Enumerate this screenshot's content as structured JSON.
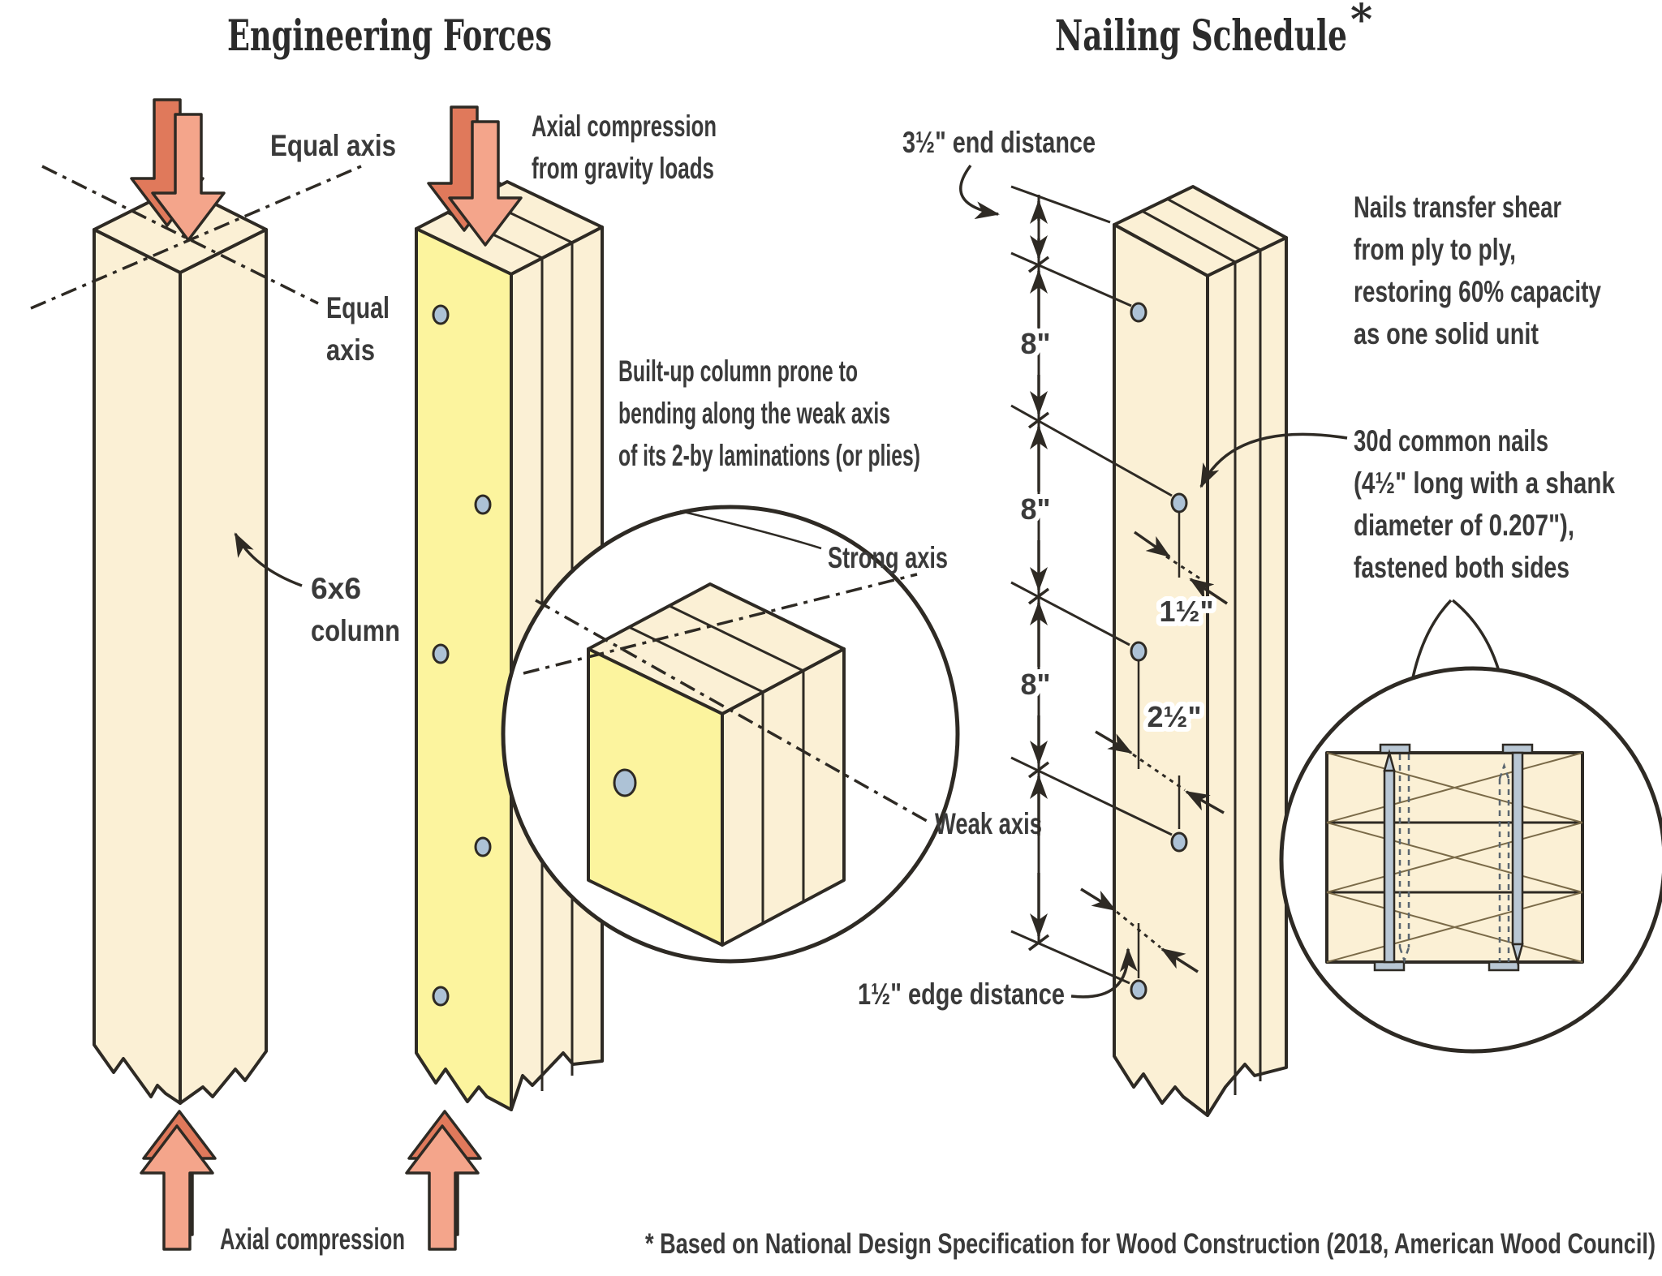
{
  "titles": {
    "left": "Engineering Forces",
    "right": "Nailing Schedule",
    "right_mark": "*"
  },
  "left_figure": {
    "equal_axis_top": "Equal axis",
    "equal_axis_side": [
      "Equal",
      "axis"
    ],
    "column_label": [
      "6x6",
      "column"
    ],
    "axial_compression_bottom": "Axial compression"
  },
  "middle_figure": {
    "gravity_lines": [
      "Axial compression",
      "from gravity loads"
    ],
    "builtup_lines": [
      "Built-up column prone to",
      "bending along the weak axis",
      "of its 2-by laminations (or plies)"
    ],
    "strong_axis": "Strong axis",
    "weak_axis": "Weak axis"
  },
  "right_figure": {
    "end_distance": "3½\" end distance",
    "note_lines": [
      "Nails transfer shear",
      "from ply to ply,",
      "restoring 60% capacity",
      "as one solid unit"
    ],
    "spec_lines": [
      "30d common nails",
      "(4½\" long with a shank",
      "diameter of 0.207\"),",
      "fastened both sides"
    ],
    "dim_8_a": "8\"",
    "dim_8_b": "8\"",
    "dim_8_c": "8\"",
    "dim_1_5": "1½\"",
    "dim_2_5": "2½\"",
    "edge_distance": "1½\" edge distance"
  },
  "footer": "* Based on National Design Specification for Wood Construction  (2018, American Wood Council)",
  "colors": {
    "wood_cream": "#FBF0D5",
    "wood_yellow": "#FCF49E",
    "arrow_salmon": "#F4A58B",
    "arrow_salmon_dark": "#E0795B",
    "nail_gray": "#ADC2D6",
    "line_dark": "#2E2A24",
    "text": "#3A3A3A"
  }
}
